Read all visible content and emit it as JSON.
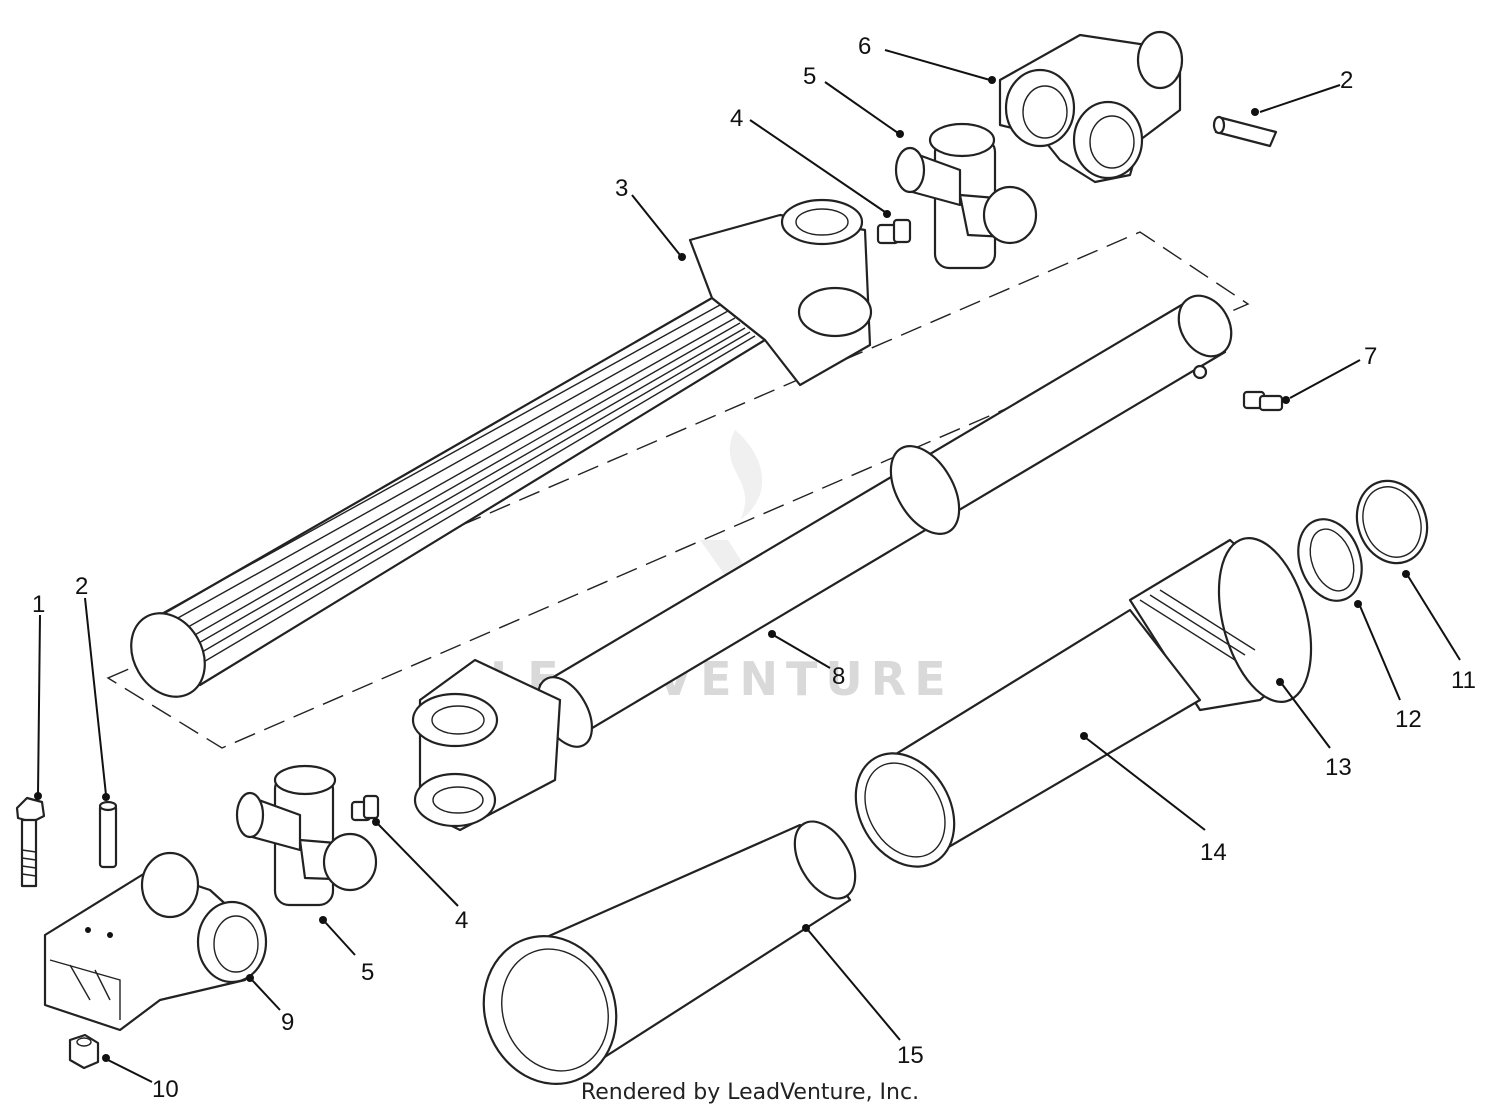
{
  "watermark": "LEADVENTURE",
  "credit": "Rendered by LeadVenture, Inc.",
  "callouts": {
    "c1": "1",
    "c2a": "2",
    "c2b": "2",
    "c3": "3",
    "c4a": "4",
    "c4b": "4",
    "c5a": "5",
    "c5b": "5",
    "c6": "6",
    "c7": "7",
    "c8": "8",
    "c9": "9",
    "c10": "10",
    "c11": "11",
    "c12": "12",
    "c13": "13",
    "c14": "14",
    "c15": "15"
  }
}
